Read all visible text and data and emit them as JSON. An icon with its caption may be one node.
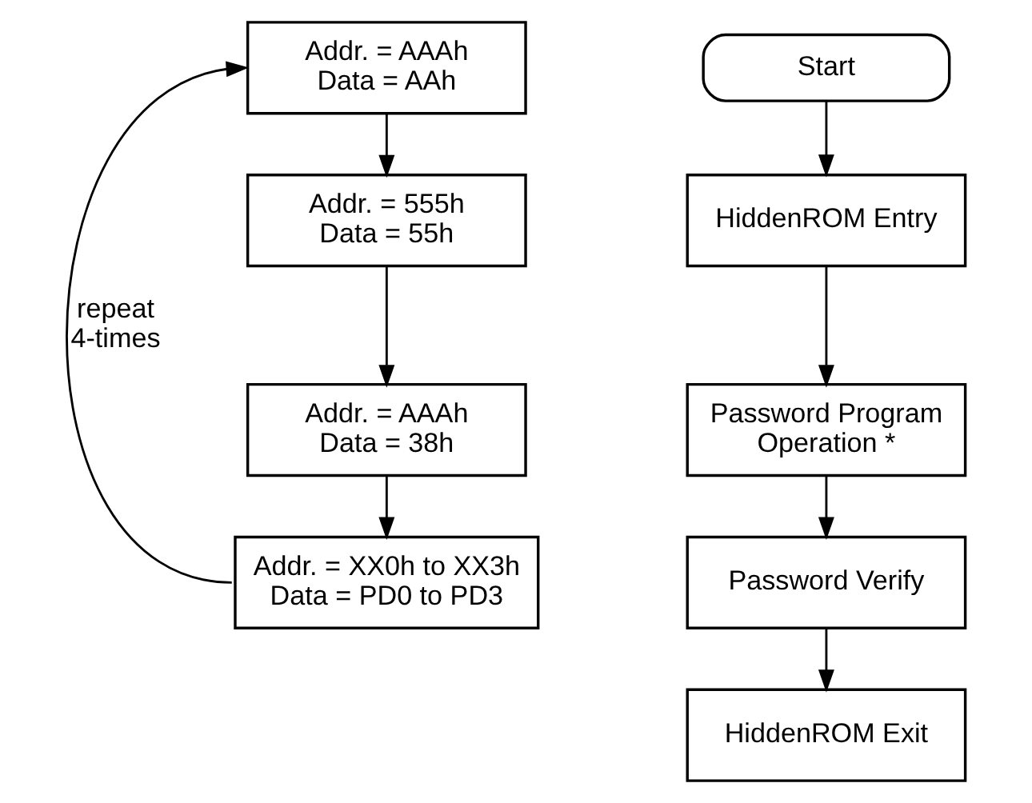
{
  "diagram": {
    "nodes": [
      {
        "text": [
          "Addr. = AAAh",
          "Data = AAh"
        ]
      },
      {
        "text": [
          "Addr. = 555h",
          "Data = 55h"
        ]
      },
      {
        "text": [
          "Addr. = AAAh",
          "Data = 38h"
        ]
      },
      {
        "text": [
          "Addr. = XX0h to XX3h",
          "Data = PD0 to PD3"
        ]
      },
      {
        "text": [
          "Start"
        ]
      },
      {
        "text": [
          "HiddenROM Entry"
        ]
      },
      {
        "text": [
          "Password Program Operation *"
        ]
      },
      {
        "text": [
          "Password Verify"
        ]
      },
      {
        "text": [
          "HiddenROM Exit"
        ]
      }
    ],
    "edges": [
      {
        "from": 0,
        "to": 1,
        "arrow": "to"
      },
      {
        "from": 1,
        "to": 2,
        "arrow": "to"
      },
      {
        "from": 2,
        "to": 3,
        "arrow": "to"
      },
      {
        "from": 3,
        "to": 0,
        "arrow": "to",
        "label": "repeat 4-times"
      },
      {
        "from": 4,
        "to": 5,
        "arrow": "to"
      },
      {
        "from": 5,
        "to": 6,
        "arrow": "to"
      },
      {
        "from": 6,
        "to": 7,
        "arrow": "to"
      },
      {
        "from": 7,
        "to": 8,
        "arrow": "to"
      }
    ]
  }
}
